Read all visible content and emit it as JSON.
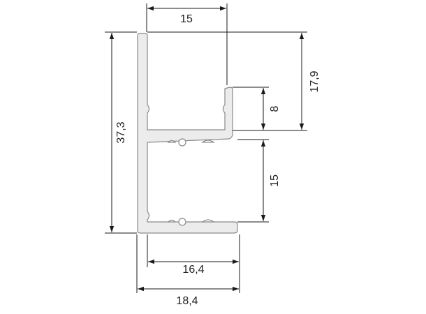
{
  "drawing": {
    "dimensions": {
      "top_width": "15",
      "right_height": "17,9",
      "lip_height": "8",
      "lower_opening": "15",
      "total_height": "37,3",
      "inner_width": "16,4",
      "outer_width": "18,4"
    },
    "colors": {
      "profile_fill": "#ececec",
      "profile_stroke": "#8a8a8a",
      "dimension_line": "#1a1a1a",
      "text": "#222222"
    }
  }
}
